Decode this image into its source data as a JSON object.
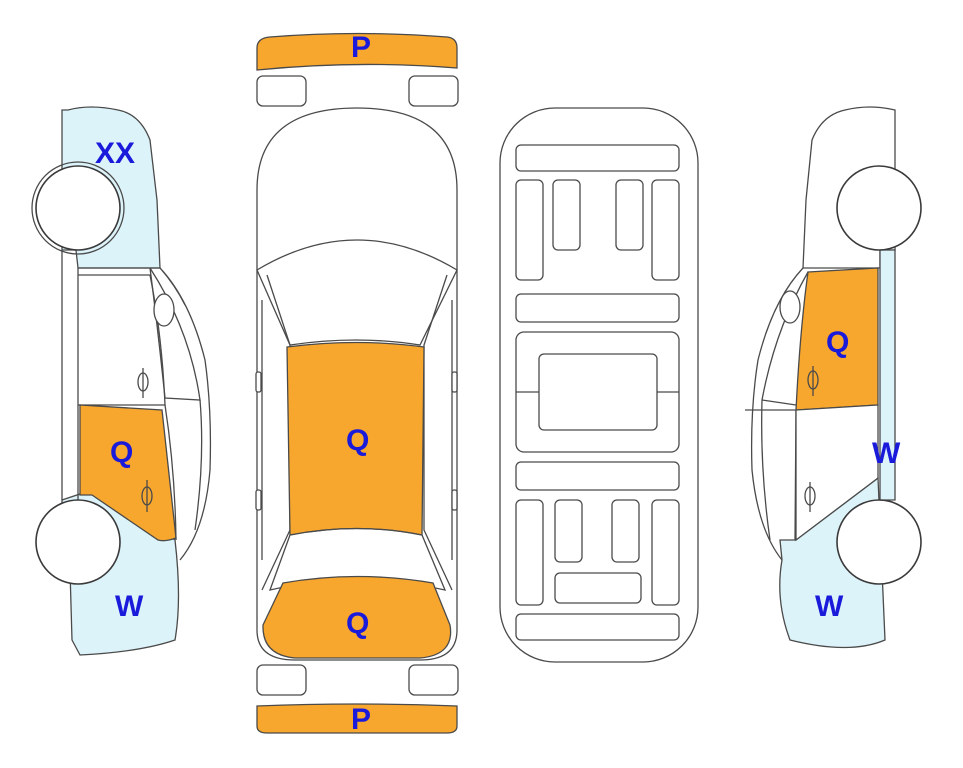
{
  "colors": {
    "damage_orange": "#F8A72E",
    "paint_light_blue": "#DDF3FA",
    "outline": "#4A4A4A",
    "label_blue": "#1A1ADB"
  },
  "labels": {
    "left_front_fender": "XX",
    "left_rear_door": "Q",
    "left_rear_quarter": "W",
    "front_bumper": "P",
    "roof": "Q",
    "trunk_lid": "Q",
    "rear_bumper": "P",
    "right_rear_door": "Q",
    "right_rear_rocker": "W",
    "right_rear_quarter": "W"
  }
}
